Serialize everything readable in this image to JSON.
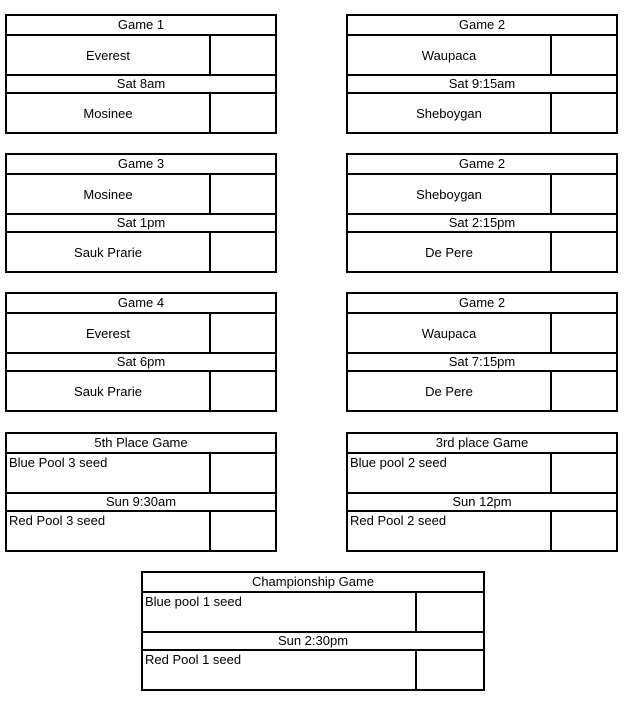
{
  "games": [
    {
      "title": "Game 1",
      "time": "Sat  8am",
      "team1": "Everest",
      "team2": "Mosinee"
    },
    {
      "title": "Game 2",
      "time": "Sat  9:15am",
      "team1": "Waupaca",
      "team2": "Sheboygan"
    },
    {
      "title": "Game 3",
      "time": "Sat 1pm",
      "team1": "Mosinee",
      "team2": "Sauk Prarie"
    },
    {
      "title": "Game 2",
      "time": "Sat 2:15pm",
      "team1": "Sheboygan",
      "team2": "De Pere"
    },
    {
      "title": "Game 4",
      "time": "Sat 6pm",
      "team1": "Everest",
      "team2": "Sauk Prarie"
    },
    {
      "title": "Game 2",
      "time": "Sat  7:15pm",
      "team1": "Waupaca",
      "team2": "De Pere"
    },
    {
      "title": "5th Place Game",
      "time": "Sun  9:30am",
      "team1": "Blue Pool 3 seed",
      "team2": "Red Pool 3 seed"
    },
    {
      "title": "3rd place Game",
      "time": "Sun 12pm",
      "team1": "Blue pool 2 seed",
      "team2": "Red Pool 2 seed"
    },
    {
      "title": "Championship Game",
      "time": "Sun  2:30pm",
      "team1": "Blue pool 1 seed",
      "team2": "Red Pool 1 seed"
    }
  ]
}
